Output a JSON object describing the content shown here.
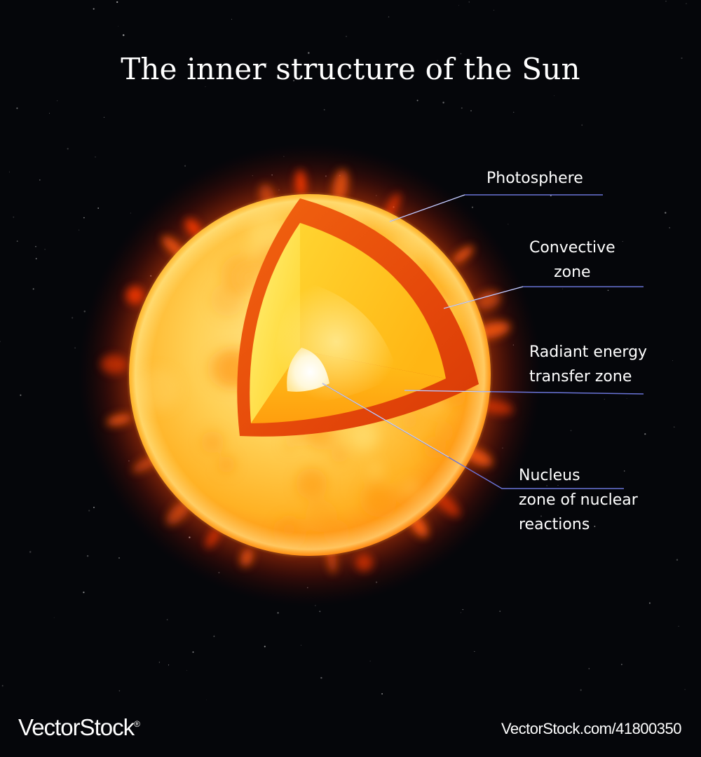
{
  "title": "The inner structure of the Sun",
  "labels": {
    "photosphere": "Photosphere",
    "convective": [
      "Convective",
      "zone"
    ],
    "radiant": [
      "Radiant energy",
      "transfer zone"
    ],
    "nucleus": [
      "Nucleus",
      "zone of nuclear",
      "reactions"
    ]
  },
  "footer": {
    "brand": "VectorStock",
    "brand_mark": "®",
    "image_id": "VectorStock.com/41800350"
  },
  "colors": {
    "background": "#05060a",
    "leader_line": "#4d57c8",
    "photosphere_rim": "#ee5a0c",
    "corona": "#ff6a10",
    "nucleus": "#fff6d0"
  }
}
